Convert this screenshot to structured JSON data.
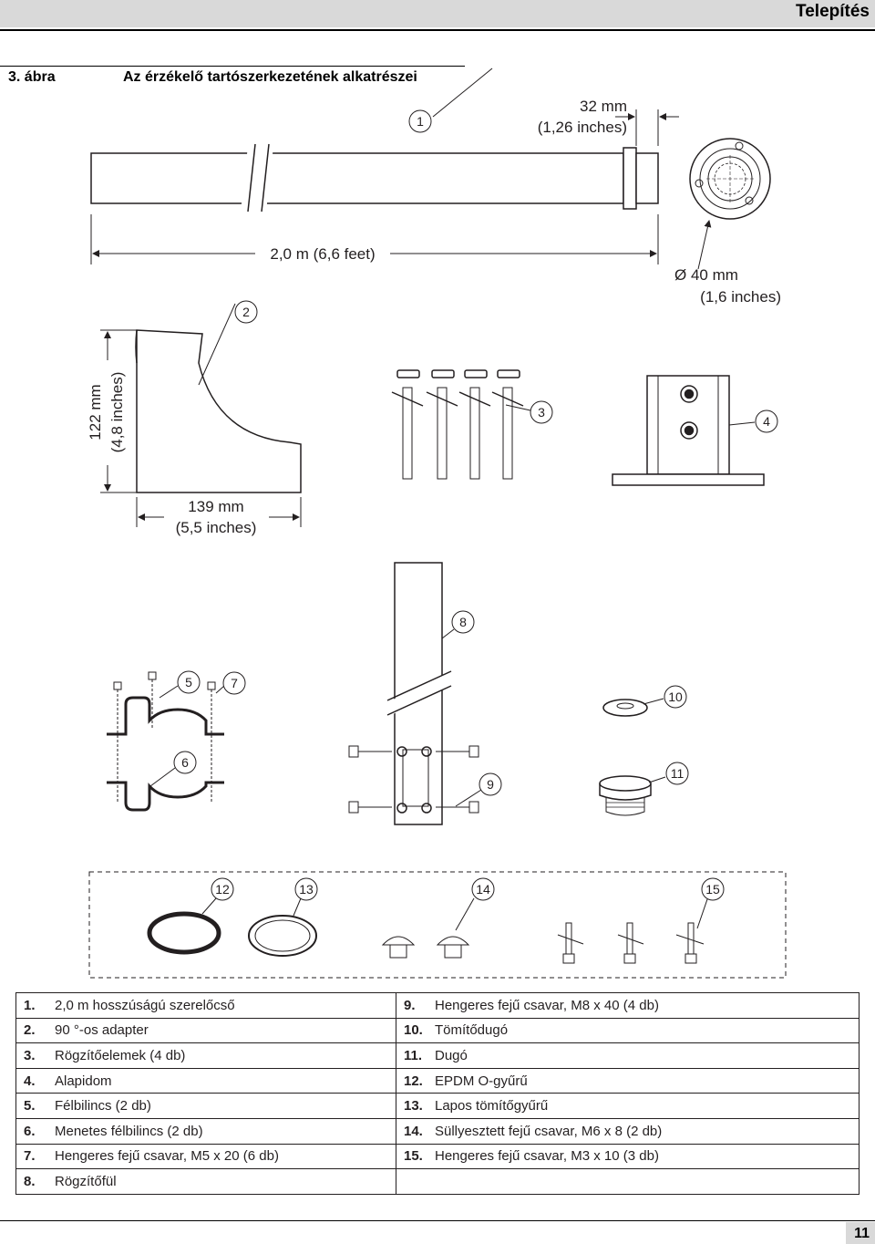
{
  "header": {
    "section_title": "Telepítés"
  },
  "figure": {
    "number": "3. ábra",
    "title": "Az érzékelő tartószerkezetének alkatrészei"
  },
  "callouts": [
    "1",
    "2",
    "3",
    "4",
    "5",
    "6",
    "7",
    "8",
    "9",
    "10",
    "11",
    "12",
    "13",
    "14",
    "15"
  ],
  "dimensions": {
    "pipe_flange_1": "32 mm",
    "pipe_flange_2": "(1,26 inches)",
    "pipe_length": "2,0 m (6,6 feet)",
    "pipe_dia_1": "Ø 40 mm",
    "pipe_dia_2": "(1,6 inches)",
    "adapter_height_1": "122 mm",
    "adapter_height_2": "(4,8 inches)",
    "adapter_width_1": "139 mm",
    "adapter_width_2": "(5,5 inches)"
  },
  "legend": {
    "left": [
      {
        "num": "1.",
        "text": "2,0 m hosszúságú szerelőcső"
      },
      {
        "num": "2.",
        "text": "90 °-os adapter"
      },
      {
        "num": "3.",
        "text": "Rögzítőelemek (4 db)"
      },
      {
        "num": "4.",
        "text": "Alapidom"
      },
      {
        "num": "5.",
        "text": "Félbilincs (2 db)"
      },
      {
        "num": "6.",
        "text": "Menetes félbilincs (2 db)"
      },
      {
        "num": "7.",
        "text": "Hengeres fejű csavar, M5 x 20 (6 db)"
      },
      {
        "num": "8.",
        "text": "Rögzítőfül"
      }
    ],
    "right": [
      {
        "num": "9.",
        "text": "Hengeres fejű csavar, M8 x 40 (4 db)"
      },
      {
        "num": "10.",
        "text": "Tömítődugó"
      },
      {
        "num": "11.",
        "text": "Dugó"
      },
      {
        "num": "12.",
        "text": "EPDM O-gyűrű"
      },
      {
        "num": "13.",
        "text": "Lapos tömítőgyűrű"
      },
      {
        "num": "14.",
        "text": "Süllyesztett fejű csavar, M6 x 8 (2 db)"
      },
      {
        "num": "15.",
        "text": "Hengeres fejű csavar, M3 x 10 (3 db)"
      },
      {
        "num": "",
        "text": ""
      }
    ]
  },
  "footer": {
    "page_number": "11"
  }
}
